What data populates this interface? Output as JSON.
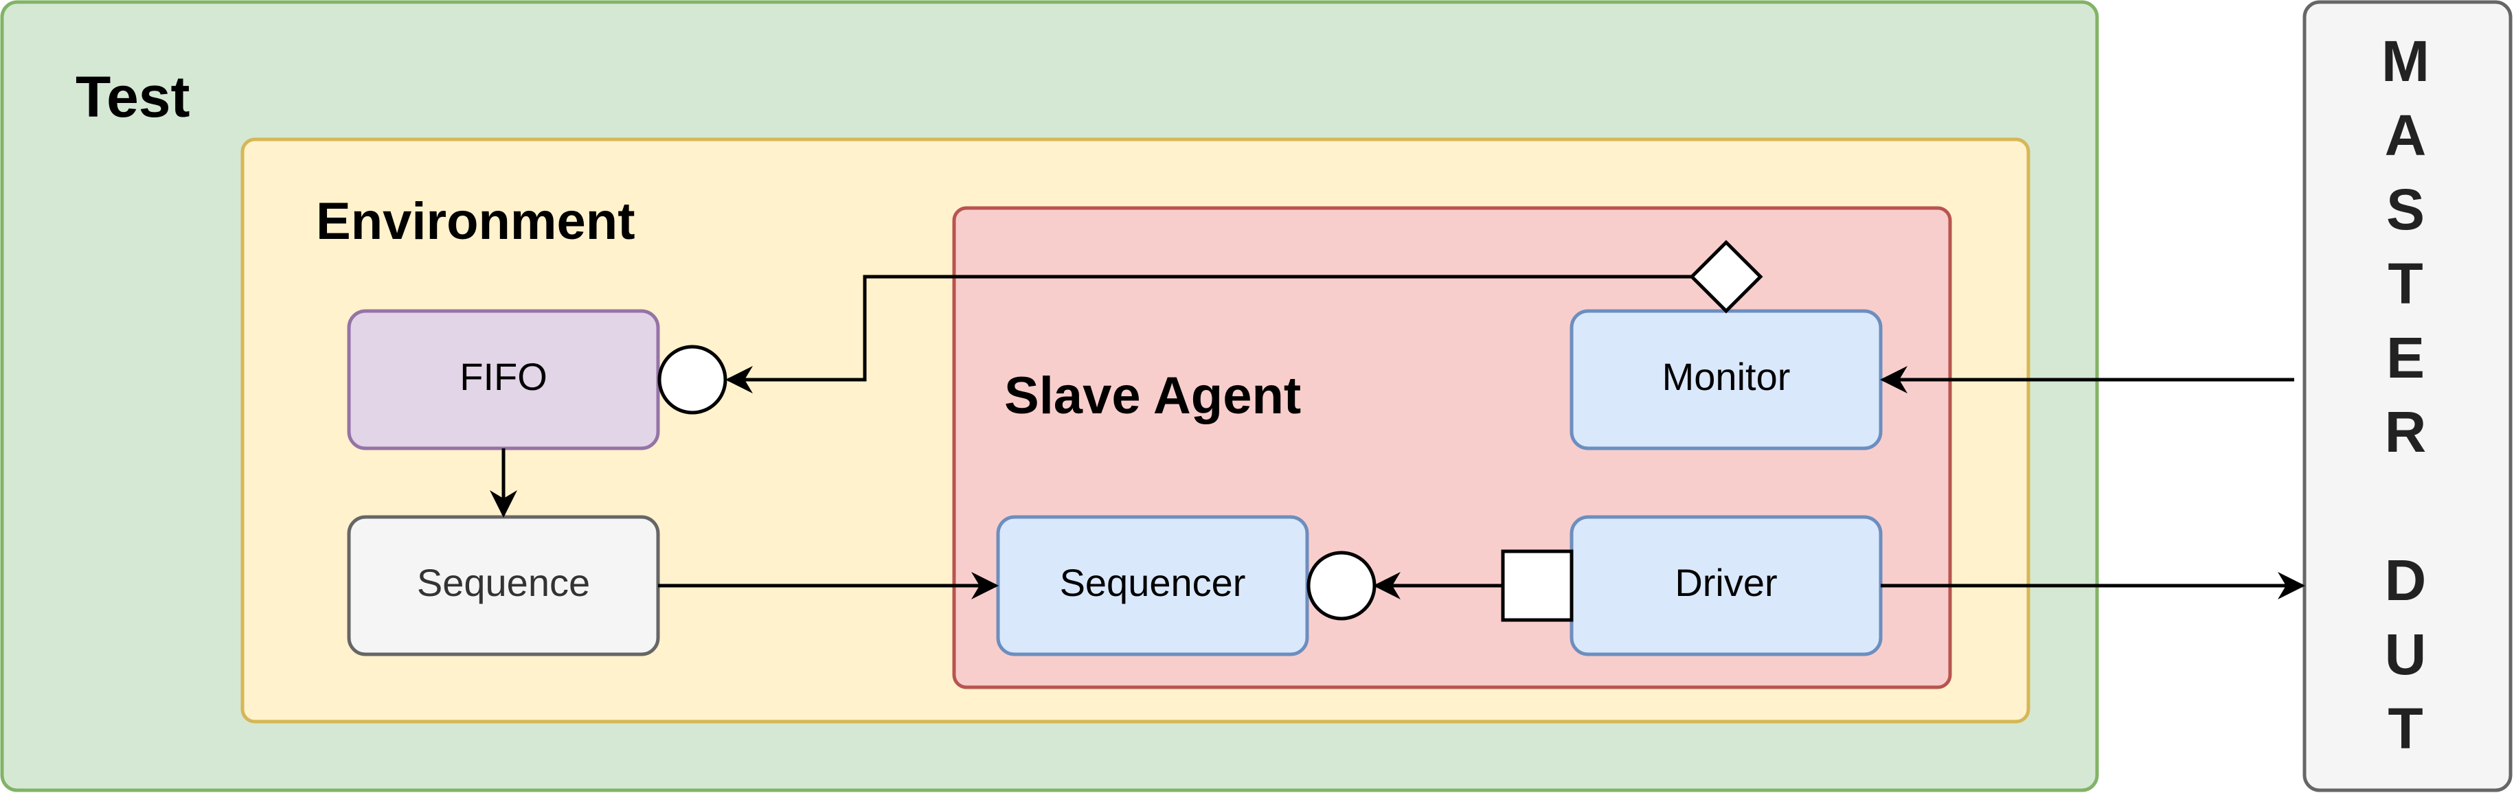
{
  "test": {
    "label": "Test"
  },
  "environment": {
    "label": "Environment"
  },
  "slave_agent": {
    "label": "Slave Agent"
  },
  "blocks": {
    "fifo": "FIFO",
    "sequence": "Sequence",
    "sequencer": "Sequencer",
    "driver": "Driver",
    "monitor": "Monitor"
  },
  "master_dut": {
    "letters": [
      "M",
      "A",
      "S",
      "T",
      "E",
      "R",
      "D",
      "U",
      "T"
    ]
  },
  "colors": {
    "test_fill": "#d5e8d4",
    "test_stroke": "#82b366",
    "env_fill": "#fff2cc",
    "env_stroke": "#d6b656",
    "agent_fill": "#f8cecc",
    "agent_stroke": "#b85450",
    "fifo_fill": "#e1d5e7",
    "fifo_stroke": "#9673a6",
    "seq_fill": "#f5f5f5",
    "seq_stroke": "#666666",
    "comp_fill": "#dae8fc",
    "comp_stroke": "#6c8ebf",
    "dut_fill": "#f5f5f5",
    "dut_stroke": "#666666"
  }
}
